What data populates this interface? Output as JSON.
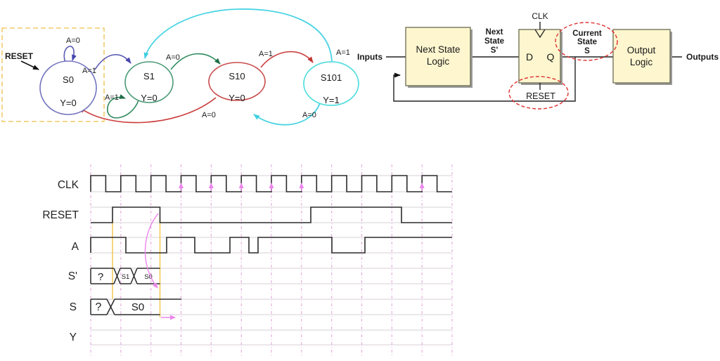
{
  "fsm": {
    "reset_label": "RESET",
    "states": [
      {
        "name": "S0",
        "output": "Y=0"
      },
      {
        "name": "S1",
        "output": "Y=0"
      },
      {
        "name": "S10",
        "output": "Y=0"
      },
      {
        "name": "S101",
        "output": "Y=1"
      }
    ],
    "transition_labels": {
      "s0_self": "A=0",
      "s0_to_s1": "A=1",
      "s1_self": "A=1",
      "s1_to_s10": "A=0",
      "s10_to_s101": "A=1",
      "s10_to_s0": "A=0",
      "s101_to_s1": "A=1",
      "s101_to_s10": "A=0"
    }
  },
  "block_diagram": {
    "inputs_label": "Inputs",
    "outputs_label": "Outputs",
    "next_state_logic": {
      "line1": "Next State",
      "line2": "Logic"
    },
    "next_state_signal": {
      "line1": "Next",
      "line2": "State",
      "line3": "S'"
    },
    "clk_label": "CLK",
    "dff": {
      "d": "D",
      "q": "Q"
    },
    "reset_label": "RESET",
    "current_state_signal": {
      "line1": "Current",
      "line2": "State",
      "line3": "S"
    },
    "output_logic": {
      "line1": "Output",
      "line2": "Logic"
    }
  },
  "timing": {
    "signal_labels": [
      "CLK",
      "RESET",
      "A",
      "S'",
      "S",
      "Y"
    ],
    "sprime_bus": {
      "v0": "?",
      "v1": "S1",
      "v2": "S0"
    },
    "s_bus": {
      "v0": "?",
      "v1": "S0"
    }
  },
  "colors": {
    "state_s0_blue": "#5a5ab5",
    "state_s1_green": "#2e8a5e",
    "state_s10_red": "#cc3b3b",
    "state_s101_cyan": "#4ad4e4",
    "dashed_region_orange": "#eec04a",
    "block_fill_yellow": "#fdf6cf",
    "annotation_red": "#e03030",
    "grid_pink": "#e2a2d8",
    "highlight_yellow": "#f3c445",
    "arrow_pink": "#ec86ec"
  }
}
